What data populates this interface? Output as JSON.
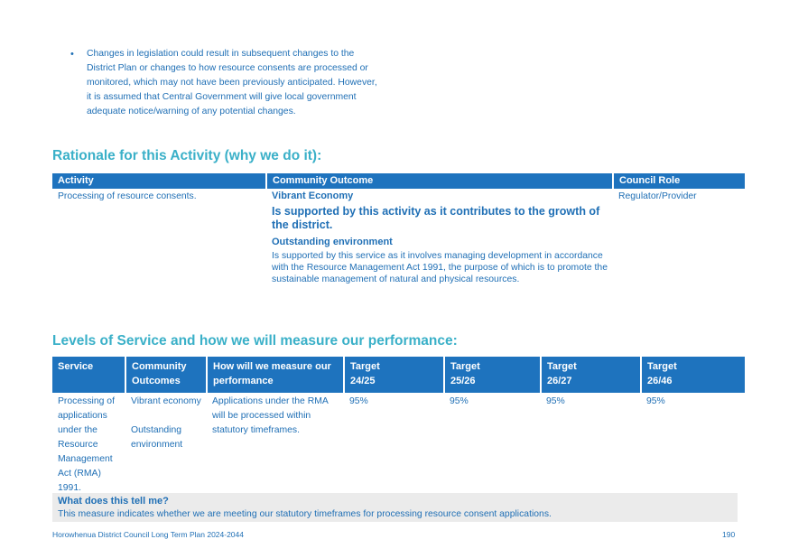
{
  "bullet": {
    "marker": "•",
    "text": "Changes in legislation could result in subsequent changes to the District Plan or changes to how resource consents are processed or monitored, which may not have been previously anticipated. However, it is assumed that Central Government will give local government adequate notice/warning of any potential changes."
  },
  "rationale": {
    "heading": "Rationale for this Activity (why we do it):",
    "headers": [
      "Activity",
      "Community Outcome",
      "Council Role"
    ],
    "activity": "Processing of resource consents.",
    "outcome1_title": "Vibrant Economy",
    "outcome1_text": "Is supported by this activity as it contributes to the growth of the district.",
    "outcome2_title": "Outstanding environment",
    "outcome2_text": "Is supported by this service as it involves managing development in accordance with the Resource Management Act 1991, the purpose of which is to promote the sustainable management of natural and physical resources.",
    "council_role": "Regulator/Provider"
  },
  "levels": {
    "heading": "Levels of Service and how we will measure our performance:",
    "headers": {
      "service": "Service",
      "community_outcomes": "Community Outcomes",
      "measure": "How will we measure our performance",
      "targets": [
        {
          "label": "Target",
          "year": "24/25"
        },
        {
          "label": "Target",
          "year": "25/26"
        },
        {
          "label": "Target",
          "year": "26/27"
        },
        {
          "label": "Target",
          "year": "26/46"
        }
      ]
    },
    "row": {
      "service": "Processing of applications under the Resource Management Act (RMA) 1991.",
      "outcome1": "Vibrant economy",
      "outcome2": "Outstanding environment",
      "measure": "Applications under the RMA will be processed within statutory timeframes.",
      "targets": [
        "95%",
        "95%",
        "95%",
        "95%"
      ]
    },
    "summary_question": "What does this tell me?",
    "summary_answer": "This measure indicates whether we are meeting our statutory timeframes for processing resource consent applications."
  },
  "footer": {
    "left": "Horowhenua District Council Long Term Plan 2024-2044",
    "page_number": "190"
  },
  "colors": {
    "header_blue": "#1e73be",
    "heading_teal": "#3ab0c8",
    "text_blue": "#1f6fb5",
    "summary_grey": "#ebebeb"
  }
}
